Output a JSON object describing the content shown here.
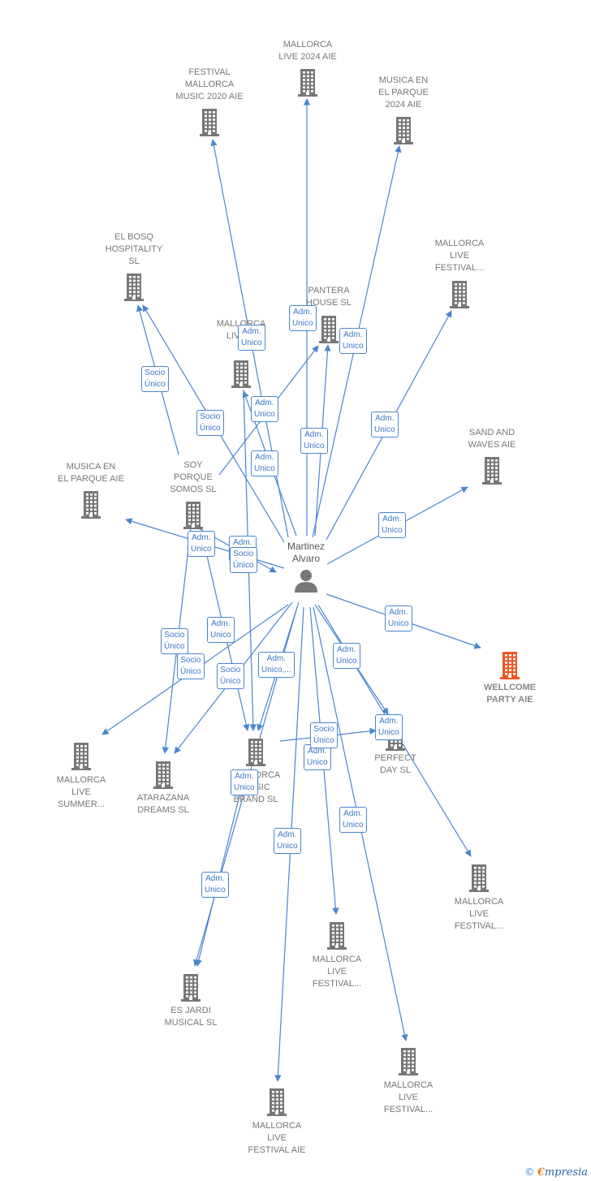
{
  "colors": {
    "edge": "#4a86d1",
    "node": "#777777",
    "highlight": "#ee5522",
    "label": "#3a78c9"
  },
  "person": {
    "name": [
      "Martinez",
      "Alvaro"
    ],
    "icon": "person-icon"
  },
  "companies": [
    {
      "id": "mallorca-live-2024",
      "lines": [
        "MALLORCA",
        "LIVE 2024 AIE"
      ]
    },
    {
      "id": "festival-mallorca-music-2020",
      "lines": [
        "FESTIVAL",
        "MALLORCA",
        "MUSIC 2020 AIE"
      ]
    },
    {
      "id": "musica-en-el-parque-2024",
      "lines": [
        "MUSICA EN",
        "EL PARQUE",
        "2024 AIE"
      ]
    },
    {
      "id": "el-bosq-hospitality",
      "lines": [
        "EL BOSQ",
        "HOSPITALITY",
        "SL"
      ]
    },
    {
      "id": "mallorca-live-festival-top",
      "lines": [
        "MALLORCA",
        "LIVE",
        "FESTIVAL..."
      ]
    },
    {
      "id": "pantera-house",
      "lines": [
        "PANTERA",
        "HOUSE  SL"
      ]
    },
    {
      "id": "mallorca-live-mid",
      "lines": [
        "MALLORCA",
        "LIVE ..."
      ]
    },
    {
      "id": "sand-and-waves",
      "lines": [
        "SAND AND",
        "WAVES AIE"
      ]
    },
    {
      "id": "musica-en-el-parque",
      "lines": [
        "MUSICA EN",
        "EL PARQUE AIE"
      ]
    },
    {
      "id": "soy-porque-somos",
      "lines": [
        "SOY",
        "PORQUE",
        "SOMOS  SL"
      ]
    },
    {
      "id": "wellcome-party",
      "lines": [
        "WELLCOME",
        "PARTY AIE"
      ],
      "highlight": true
    },
    {
      "id": "mallorca-live-summer",
      "lines": [
        "MALLORCA",
        "LIVE",
        "SUMMER..."
      ]
    },
    {
      "id": "atarazana-dreams",
      "lines": [
        "ATARAZANA",
        "DREAMS  SL"
      ]
    },
    {
      "id": "mallorca-music-brand",
      "lines": [
        "MALLORCA",
        "MUSIC",
        "BRAND  SL"
      ]
    },
    {
      "id": "perfect-day",
      "lines": [
        "PERFECT",
        "DAY  SL"
      ]
    },
    {
      "id": "mallorca-live-festival-right",
      "lines": [
        "MALLORCA",
        "LIVE",
        "FESTIVAL..."
      ]
    },
    {
      "id": "mallorca-live-festival-bottom-mid",
      "lines": [
        "MALLORCA",
        "LIVE",
        "FESTIVAL..."
      ]
    },
    {
      "id": "es-jardi-musical",
      "lines": [
        "ES JARDI",
        "MUSICAL  SL"
      ]
    },
    {
      "id": "mallorca-live-festival-bottom-right",
      "lines": [
        "MALLORCA",
        "LIVE",
        "FESTIVAL..."
      ]
    },
    {
      "id": "mallorca-live-festival-aie",
      "lines": [
        "MALLORCA",
        "LIVE",
        "FESTIVAL AIE"
      ]
    }
  ],
  "edge_labels": [
    {
      "lines": [
        "Adm.",
        "Unico"
      ]
    },
    {
      "lines": [
        "Adm.",
        "Unico"
      ]
    },
    {
      "lines": [
        "Adm.",
        "Unico"
      ]
    },
    {
      "lines": [
        "Socio",
        "Único"
      ]
    },
    {
      "lines": [
        "Adm.",
        "Unico"
      ]
    },
    {
      "lines": [
        "Socio",
        "Único"
      ]
    },
    {
      "lines": [
        "Adm.",
        "Unico"
      ]
    },
    {
      "lines": [
        "Adm.",
        "Unico"
      ]
    },
    {
      "lines": [
        "Adm.",
        "Unico"
      ]
    },
    {
      "lines": [
        "Adm.",
        "Unico"
      ]
    },
    {
      "lines": [
        "Adm.",
        "Unico"
      ]
    },
    {
      "lines": [
        "Adm.",
        "Unico"
      ]
    },
    {
      "lines": [
        "Socio",
        "Único"
      ]
    },
    {
      "lines": [
        "Adm.",
        "Unico"
      ]
    },
    {
      "lines": [
        "Socio",
        "Único"
      ]
    },
    {
      "lines": [
        "Socio",
        "Único"
      ]
    },
    {
      "lines": [
        "Adm.",
        "Unico"
      ]
    },
    {
      "lines": [
        "Adm.",
        "Unico"
      ]
    },
    {
      "lines": [
        "Adm.",
        "Unico,..."
      ]
    },
    {
      "lines": [
        "Adm.",
        "Unico"
      ]
    },
    {
      "lines": [
        "Socio",
        "Único"
      ]
    },
    {
      "lines": [
        "Adm.",
        "Unico"
      ]
    },
    {
      "lines": [
        "Adm.",
        "Unico"
      ]
    },
    {
      "lines": [
        "Adm.",
        "Unico"
      ]
    },
    {
      "lines": [
        "Adm.",
        "Unico"
      ]
    },
    {
      "lines": [
        "Adm.",
        "Unico"
      ]
    },
    {
      "lines": [
        "Socio",
        "Único"
      ]
    }
  ],
  "footer": {
    "copyright": "©",
    "brand_first": "€",
    "brand_rest": "mpresia"
  }
}
